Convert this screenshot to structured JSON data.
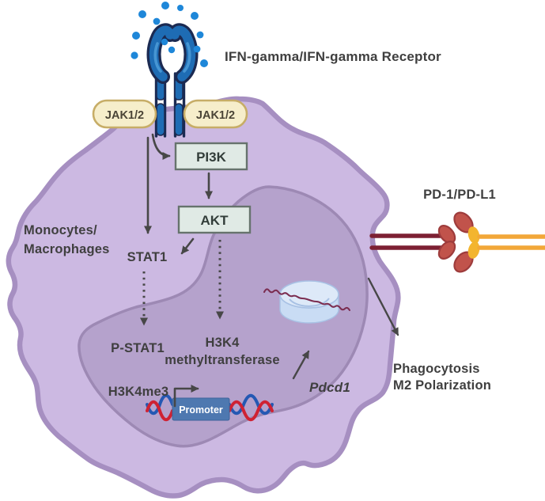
{
  "labels": {
    "receptor": "IFN-gamma/IFN-gamma Receptor",
    "cell_line1": "Monocytes/",
    "cell_line2": "Macrophages",
    "jak_left": "JAK1/2",
    "jak_right": "JAK1/2",
    "pi3k": "PI3K",
    "akt": "AKT",
    "stat1": "STAT1",
    "p_stat1": "P-STAT1",
    "h3k4_line1": "H3K4",
    "h3k4_line2": "methyltransferase",
    "h3k4me3": "H3K4me3",
    "promoter": "Promoter",
    "gene": "Pdcd1",
    "checkpoint": "PD-1/PD-L1",
    "outcome_line1": "Phagocytosis",
    "outcome_line2": "M2 Polarization"
  },
  "icons": {
    "receptor": "ifn-gamma-receptor-icon",
    "ligands": "ifn-gamma-ligand-dots-icon",
    "jak_badge": "jak-kinase-badge",
    "nucleosome": "nucleosome-icon",
    "dna": "dna-double-helix-icon",
    "pd1": "pd1-receptor-icon",
    "pdl1": "pdl1-ligand-icon"
  },
  "colors": {
    "background": "#ffffff",
    "cytoplasm": "#ccb9e2",
    "membrane": "#a68fc1",
    "nucleus_fill": "#b5a2cc",
    "nucleus_stroke": "#9d89b4",
    "receptor_blue": "#1e6cb4",
    "receptor_outline": "#1b2a52",
    "receptor_highlight": "#4a9ad6",
    "ligand_blue": "#1e87d9",
    "jak_fill": "#f6eecb",
    "jak_stroke": "#c7ad67",
    "jak_text": "#4a4436",
    "box_fill": "#e0eae5",
    "box_stroke": "#66736d",
    "box_text": "#323d39",
    "label_text": "#3f3f3f",
    "arrow": "#474747",
    "promoter_fill": "#4e78b0",
    "promoter_stroke": "#3f639a",
    "promoter_text": "#ffffff",
    "dna_red": "#cf2233",
    "dna_blue": "#2458b3",
    "pd1_dark_red": "#7d2033",
    "pd1_oval_fill": "#c1534b",
    "pd1_oval_stroke": "#9e3c3c",
    "pdl1_yellow": "#f3b52f",
    "pdl1_orange": "#f2a738",
    "nucleosome_top": "#dde9f8",
    "nucleosome_side": "#c9dcf4",
    "nucleosome_base": "#bcd3ee",
    "nucleosome_stroke": "#a8c1e4",
    "chromatin_thread": "#7b2d50"
  }
}
